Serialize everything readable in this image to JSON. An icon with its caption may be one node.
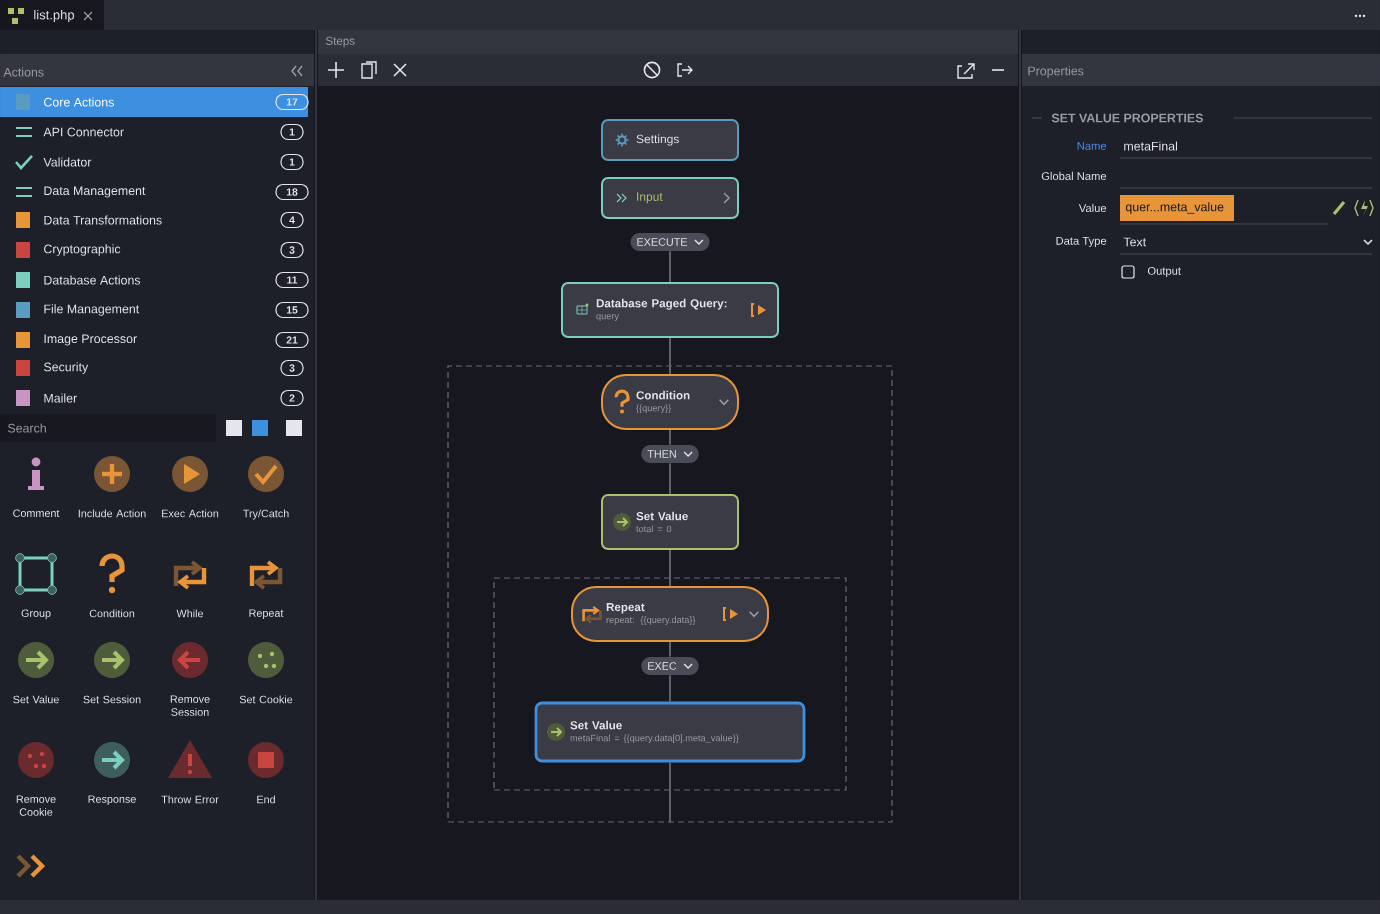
{
  "diagram": {
    "nodes": [
      {
        "text": [
          "Settings"
        ]
      },
      {
        "text": [
          "Input"
        ]
      },
      {
        "text": [
          "EXECUTE"
        ]
      },
      {
        "text": [
          "Database Paged Query:",
          "query"
        ]
      },
      {
        "text": [],
        "shape": "box"
      },
      {
        "text": [
          "Condition",
          "{{query}}"
        ],
        "in": 4
      },
      {
        "text": [
          "THEN"
        ],
        "in": 4
      },
      {
        "text": [
          "Set Value",
          "total = 0"
        ],
        "in": 4
      },
      {
        "text": [],
        "shape": "box",
        "in": 4
      },
      {
        "text": [
          "Repeat",
          "repeat: {{query.data}}"
        ],
        "in": 8
      },
      {
        "text": [
          "EXEC"
        ],
        "in": 8
      },
      {
        "text": [
          "Set Value",
          "metaFinal = {{query.data[0].meta_value}}"
        ],
        "in": 8
      }
    ],
    "edges": [
      {
        "from": 2,
        "to": 3,
        "arrow": "none"
      },
      {
        "from": 3,
        "to": 5,
        "arrow": "none"
      },
      {
        "from": 5,
        "to": 6,
        "arrow": "none"
      },
      {
        "from": 6,
        "to": 7,
        "arrow": "none"
      },
      {
        "from": 7,
        "to": 9,
        "arrow": "none"
      },
      {
        "from": 9,
        "to": 10,
        "arrow": "none"
      },
      {
        "from": 10,
        "to": 11,
        "arrow": "none"
      },
      {
        "from": 11,
        "to": 4,
        "arrow": "none"
      }
    ],
    "labels": [
      "list.php",
      "Actions",
      "Core Actions",
      "17",
      "API Connector",
      "1",
      "Validator",
      "1",
      "Data Management",
      "18",
      "Data Transformations",
      "4",
      "Cryptographic",
      "3",
      "Database Actions",
      "11",
      "File Management",
      "15",
      "Image Processor",
      "21",
      "Security",
      "3",
      "Mailer",
      "2",
      "Search",
      "Comment",
      "Include Action",
      "Exec Action",
      "Try/Catch",
      "Group",
      "Condition",
      "While",
      "Repeat",
      "Set Value",
      "Set Session",
      "Remove Session",
      "Set Cookie",
      "Remove Cookie",
      "Response",
      "Throw Error",
      "End",
      "Steps",
      "Properties",
      "SET VALUE PROPERTIES",
      "Name",
      "metaFinal",
      "Global Name",
      "Value",
      "quer...meta_value",
      "Data Type",
      "Text",
      "Output"
    ]
  }
}
